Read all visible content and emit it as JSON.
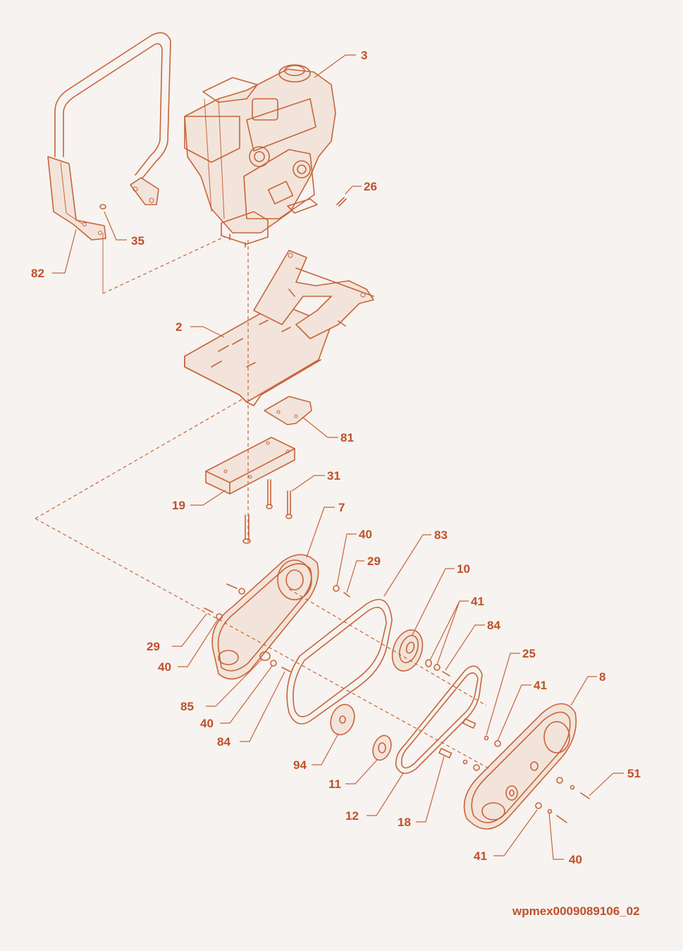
{
  "colors": {
    "line": "#c8643a",
    "label": "#c0502a",
    "background": "#f6f3f0"
  },
  "reference_code": "wpmex0009089106_02",
  "callouts": [
    {
      "id": "c3",
      "text": "3"
    },
    {
      "id": "c26",
      "text": "26"
    },
    {
      "id": "c35",
      "text": "35"
    },
    {
      "id": "c82",
      "text": "82"
    },
    {
      "id": "c2",
      "text": "2"
    },
    {
      "id": "c81",
      "text": "81"
    },
    {
      "id": "c31",
      "text": "31"
    },
    {
      "id": "c19",
      "text": "19"
    },
    {
      "id": "c7",
      "text": "7"
    },
    {
      "id": "c40a",
      "text": "40"
    },
    {
      "id": "c29a",
      "text": "29"
    },
    {
      "id": "c83",
      "text": "83"
    },
    {
      "id": "c10",
      "text": "10"
    },
    {
      "id": "c41a",
      "text": "41"
    },
    {
      "id": "c84a",
      "text": "84"
    },
    {
      "id": "c29b",
      "text": "29"
    },
    {
      "id": "c40b",
      "text": "40"
    },
    {
      "id": "c85",
      "text": "85"
    },
    {
      "id": "c40c",
      "text": "40"
    },
    {
      "id": "c84b",
      "text": "84"
    },
    {
      "id": "c25",
      "text": "25"
    },
    {
      "id": "c41b",
      "text": "41"
    },
    {
      "id": "c8",
      "text": "8"
    },
    {
      "id": "c94",
      "text": "94"
    },
    {
      "id": "c11",
      "text": "11"
    },
    {
      "id": "c12",
      "text": "12"
    },
    {
      "id": "c18",
      "text": "18"
    },
    {
      "id": "c51",
      "text": "51"
    },
    {
      "id": "c41c",
      "text": "41"
    },
    {
      "id": "c40d",
      "text": "40"
    }
  ]
}
